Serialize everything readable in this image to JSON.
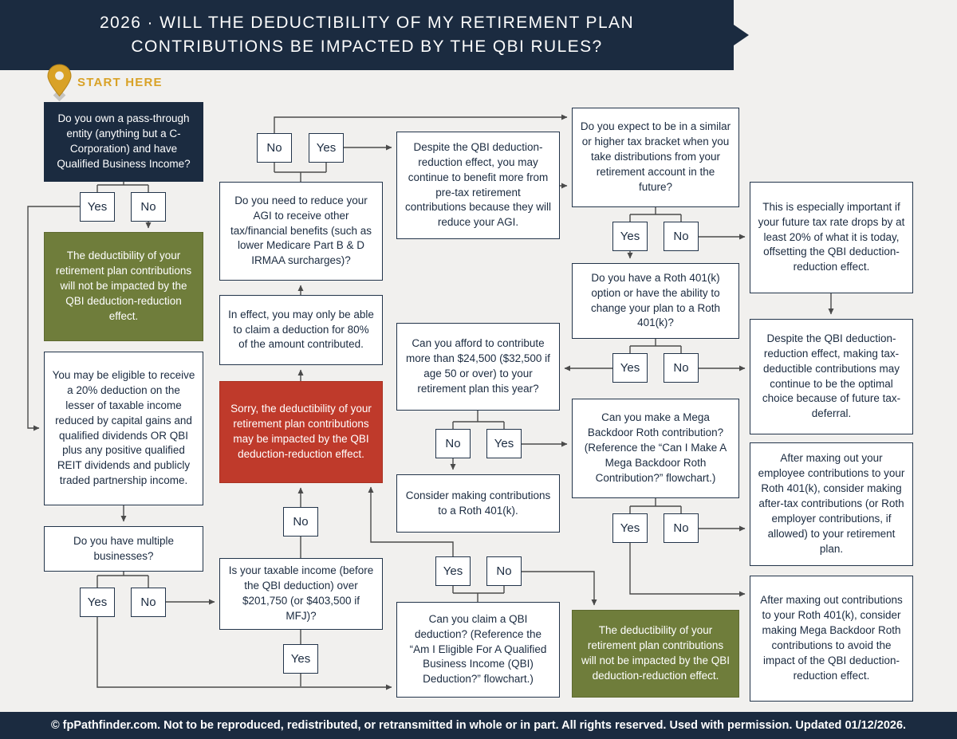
{
  "header": {
    "title_line1": "2026 · WILL THE DEDUCTIBILITY OF MY RETIREMENT PLAN",
    "title_line2": "CONTRIBUTIONS BE IMPACTED BY THE QBI RULES?"
  },
  "start": {
    "label": "START HERE"
  },
  "labels": {
    "yes": "Yes",
    "no": "No"
  },
  "nodes": {
    "q_passthrough": "Do you own a pass-through entity (anything but a C-Corporation) and have Qualified Business Income?",
    "not_impacted_left": "The deductibility of your retirement plan contributions will not be impacted by the QBI deduction-reduction effect.",
    "eligible_20": "You may be eligible to receive a 20% deduction on the lesser of taxable income reduced by capital gains and qualified dividends OR QBI plus any positive qualified REIT dividends and publicly traded partnership income.",
    "q_multiple": "Do you have multiple businesses?",
    "q_taxable_income": "Is your taxable income (before the QBI deduction) over $201,750 (or $403,500 if MFJ)?",
    "sorry_impacted": "Sorry, the deductibility of your retirement plan contributions may be impacted by the QBI deduction-reduction effect.",
    "in_effect_80": "In effect, you may only be able to claim a deduction for 80% of the amount contributed.",
    "q_reduce_agi": "Do you need to reduce your AGI to receive other tax/financial benefits (such as lower Medicare Part B & D IRMAA surcharges)?",
    "despite_pretax": "Despite the QBI deduction-reduction effect, you may continue to benefit more from pre-tax retirement contributions because they will reduce your AGI.",
    "q_tax_bracket": "Do you expect to be in a similar or higher tax bracket when you take distributions from your retirement account in the future?",
    "especially_important": "This is especially important if your future tax rate drops by at least 20% of what it is today, offsetting the QBI deduction-reduction effect.",
    "q_roth_option": "Do you have a Roth 401(k) option or have the ability to change your plan to a Roth 401(k)?",
    "q_afford": "Can you afford to contribute more than $24,500 ($32,500 if age 50 or over) to your retirement plan this year?",
    "consider_roth": "Consider making contributions to a Roth 401(k).",
    "despite_deferral": "Despite the QBI deduction-reduction effect, making tax-deductible contributions may continue to be the optimal choice because of future tax-deferral.",
    "q_mega_backdoor": "Can you make a Mega Backdoor Roth contribution? (Reference the “Can I Make A Mega Backdoor Roth Contribution?” flowchart.)",
    "after_tax": "After maxing out your employee contributions to your Roth 401(k), consider making after-tax contributions (or Roth employer contributions, if allowed) to your retirement plan.",
    "mega_roth": "After maxing out contributions to your Roth 401(k), consider making Mega Backdoor Roth contributions to avoid the impact of the QBI deduction-reduction effect.",
    "q_claim_qbi": "Can you claim a QBI deduction? (Reference the “Am I Eligible For A Qualified Business Income (QBI) Deduction?” flowchart.)",
    "not_impacted_right": "The deductibility of your retirement plan contributions will not be impacted by the QBI deduction-reduction effect."
  },
  "footer": {
    "text": "© fpPathfinder.com. Not to be reproduced, redistributed, or retransmitted in whole or in part. All rights reserved. Used with permission. Updated 01/12/2026."
  },
  "colors": {
    "navy": "#1b2b40",
    "gold": "#d9a227",
    "green": "#6f7d3b",
    "red": "#bf3a2b",
    "background": "#f1f0ee",
    "wire": "#4a4a4a"
  }
}
